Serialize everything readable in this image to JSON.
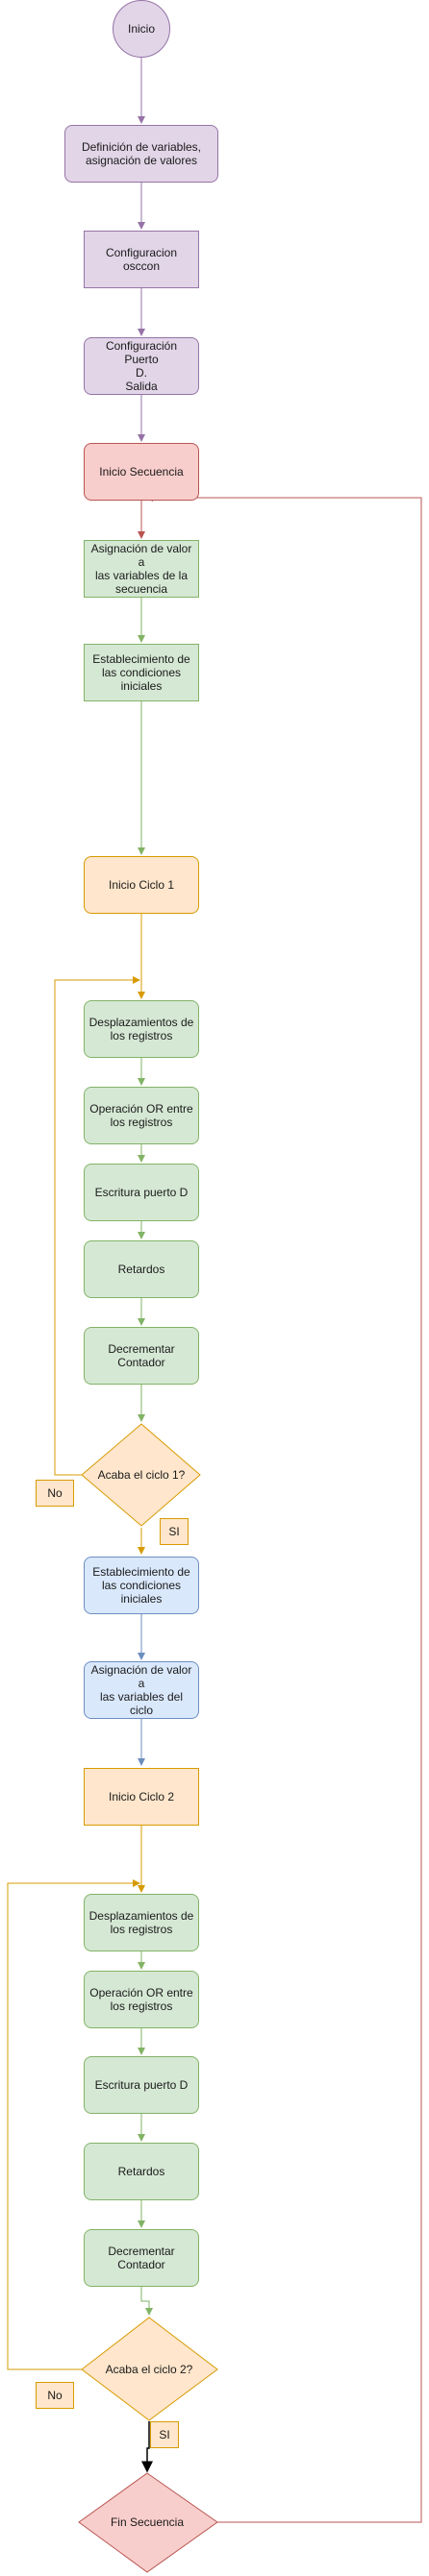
{
  "nodes": {
    "inicio": "Inicio",
    "definicion": "Definición de variables,\nasignación de valores",
    "osccon": "Configuracion osccon",
    "puerto": "Configuración Puerto\nD.\nSalida",
    "inicio_secuencia": "Inicio Secuencia",
    "asignacion1": "Asignación de valor a\nlas variables de la\nsecuencia",
    "establecimiento1": "Establecimiento de\nlas condiciones\niniciales",
    "ciclo1": "Inicio Ciclo 1",
    "desp1": "Desplazamientos de\nlos registros",
    "or1": "Operación OR entre\nlos registros",
    "escritura1": "Escritura puerto D",
    "retardos1": "Retardos",
    "decrementar1": "Decrementar\nContador",
    "acaba1": "Acaba el ciclo 1?",
    "no1": "No",
    "si1": "SI",
    "establecimiento2": "Establecimiento de\nlas condiciones\niniciales",
    "asignacion2": "Asignación de valor a\nlas variables del ciclo",
    "ciclo2": "Inicio Ciclo 2",
    "desp2": "Desplazamientos de\nlos registros",
    "or2": "Operación OR entre\nlos registros",
    "escritura2": "Escritura puerto D",
    "retardos2": "Retardos",
    "decrementar2": "Decrementar\nContador",
    "acaba2": "Acaba el ciclo 2?",
    "no2": "No",
    "si2": "SI",
    "fin": "Fin Secuencia"
  },
  "colors": {
    "purple_fill": "#e1d5e7",
    "purple_stroke": "#9673a6",
    "red_fill": "#f8cecc",
    "red_stroke": "#b85450",
    "green_fill": "#d5e8d4",
    "green_stroke": "#82b366",
    "orange_fill": "#ffe6cc",
    "orange_stroke": "#d79b00",
    "blue_fill": "#dae8fc",
    "blue_stroke": "#6c8ebf"
  }
}
